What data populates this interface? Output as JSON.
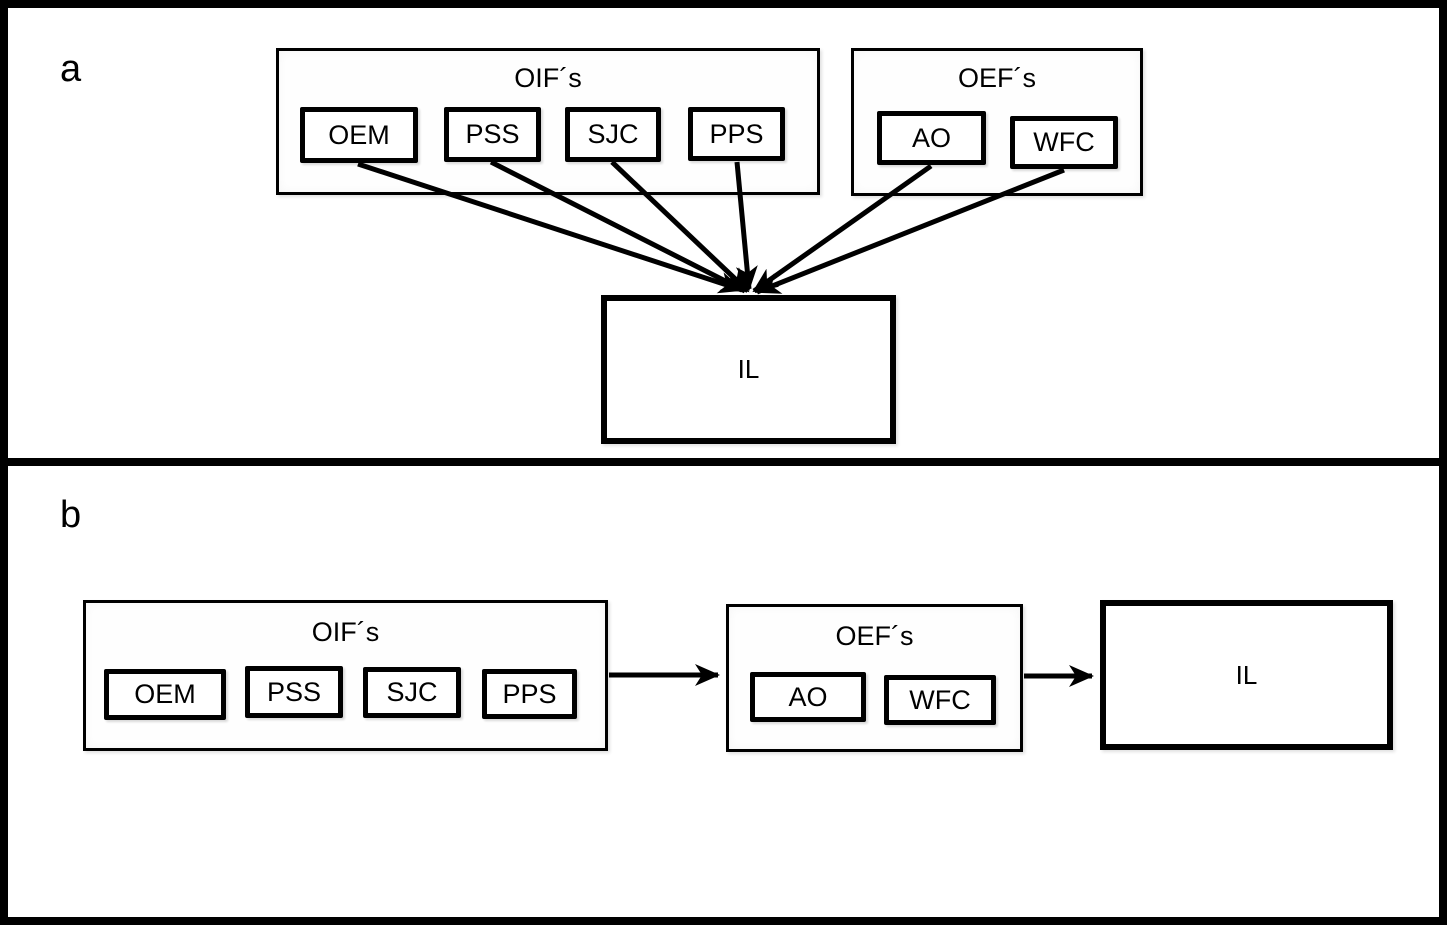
{
  "colors": {
    "line": "#000000",
    "background": "#ffffff"
  },
  "panel_a": {
    "label": "a",
    "oifs": {
      "title": "OIF´s",
      "items": [
        "OEM",
        "PSS",
        "SJC",
        "PPS"
      ]
    },
    "oefs": {
      "title": "OEF´s",
      "items": [
        "AO",
        "WFC"
      ]
    },
    "il_label": "IL",
    "connections": [
      {
        "from": "OEM",
        "to": "IL"
      },
      {
        "from": "PSS",
        "to": "IL"
      },
      {
        "from": "SJC",
        "to": "IL"
      },
      {
        "from": "PPS",
        "to": "IL"
      },
      {
        "from": "AO",
        "to": "IL"
      },
      {
        "from": "WFC",
        "to": "IL"
      }
    ]
  },
  "panel_b": {
    "label": "b",
    "oifs": {
      "title": "OIF´s",
      "items": [
        "OEM",
        "PSS",
        "SJC",
        "PPS"
      ]
    },
    "oefs": {
      "title": "OEF´s",
      "items": [
        "AO",
        "WFC"
      ]
    },
    "il_label": "IL",
    "connections": [
      {
        "from": "OIF´s",
        "to": "OEF´s"
      },
      {
        "from": "OEF´s",
        "to": "IL"
      }
    ]
  }
}
